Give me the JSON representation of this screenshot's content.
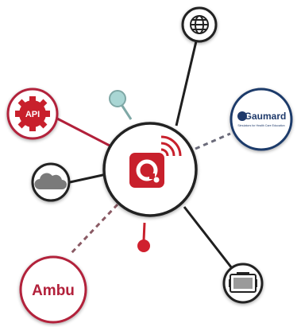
{
  "diagram": {
    "hub": {
      "icon": "qr-q-wireless-icon",
      "accent": "#c8202c"
    },
    "nodes": {
      "globe": {
        "icon": "globe-icon"
      },
      "api": {
        "label": "API",
        "icon": "gear-icon",
        "color": "#c8202c"
      },
      "cloud": {
        "icon": "cloud-icon"
      },
      "gaumard": {
        "label": "Gaumard",
        "tagline": "Simulators for Health Care Education",
        "color": "#1f3a6b"
      },
      "ambu": {
        "label": "Ambu",
        "color": "#b2203a"
      },
      "monitor": {
        "icon": "monitor-device-icon"
      },
      "small_teal": {
        "color": "#a9d6d4"
      },
      "small_red": {
        "color": "#d0202e"
      }
    },
    "colors": {
      "line": "#1f1f1f",
      "dashed_line": "#8a5a64",
      "circle_stroke": "#222222",
      "shadow": "#cfcfcf"
    }
  }
}
